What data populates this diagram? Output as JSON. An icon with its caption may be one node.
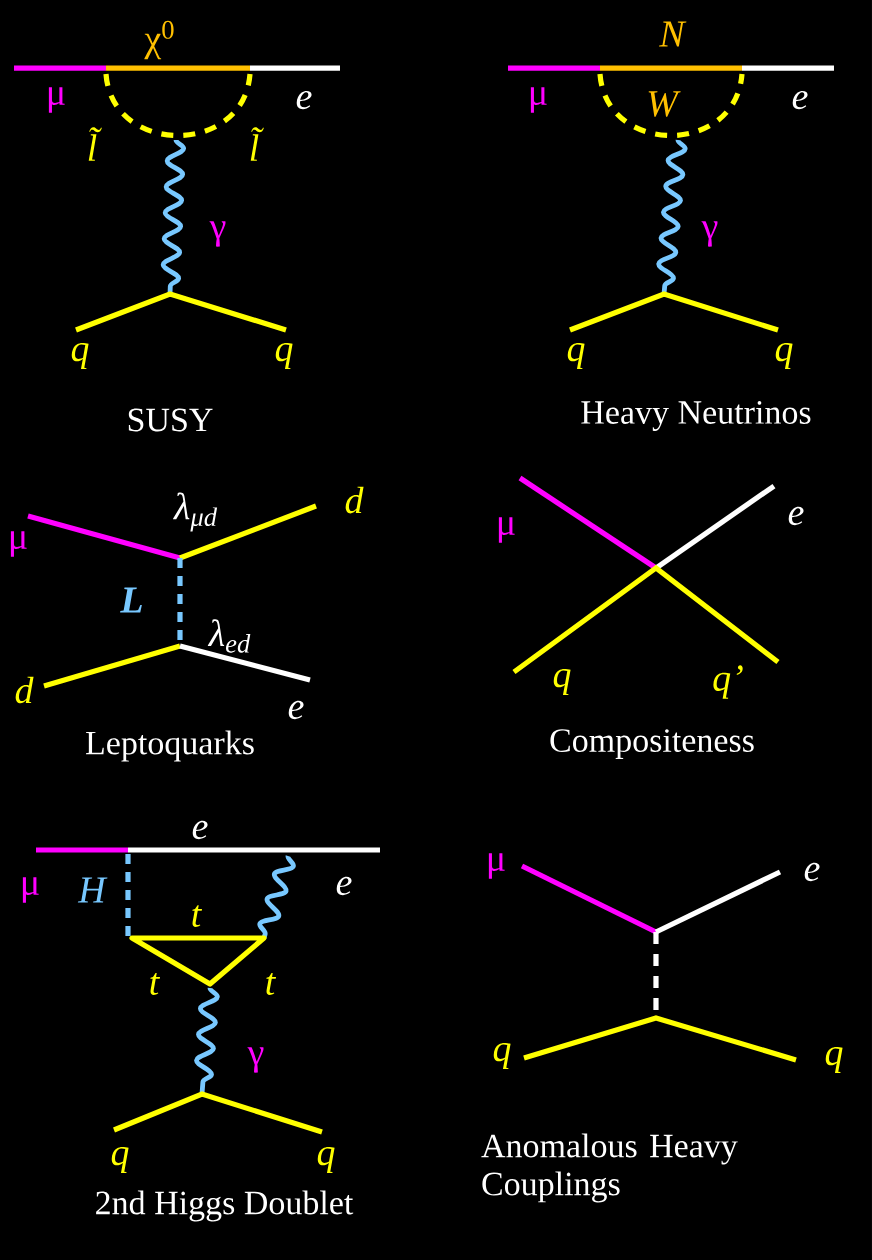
{
  "diagram": {
    "labels": [
      "χ$^{0}$",
      "μ",
      "e",
      "l̃",
      "l̃",
      "γ",
      "q",
      "q",
      "SUSY",
      "N",
      "μ",
      "W",
      "e",
      "γ",
      "q",
      "q",
      "Heavy Neutrinos",
      "λ$_{μd}$",
      "d",
      "μ",
      "L",
      "λ$_{ed}$",
      "d",
      "e",
      "Leptoquarks",
      "μ",
      "e",
      "q",
      "q’",
      "Compositeness",
      "e",
      "μ",
      "H",
      "e",
      "t",
      "t",
      "t",
      "γ",
      "q",
      "q",
      "2nd Higgs Doublet",
      "μ",
      "e",
      "q",
      "q",
      "Anomalous Heavy Couplings"
    ]
  }
}
